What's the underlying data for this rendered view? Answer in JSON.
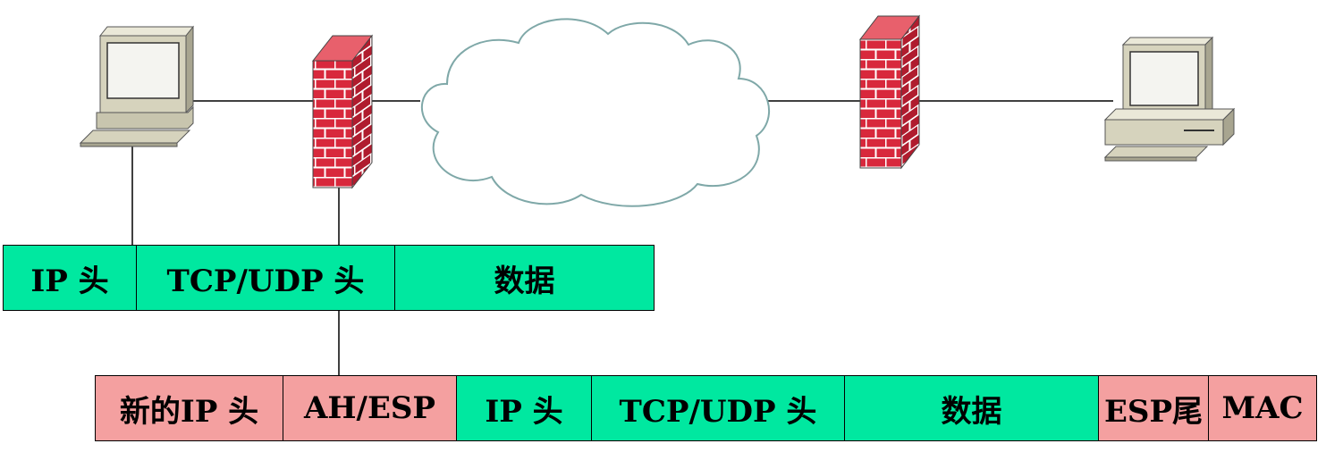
{
  "colors": {
    "green": "#00E8A0",
    "pink": "#F4A0A0",
    "brick": "#D8283C",
    "mortar": "#FFFFFF",
    "cloud_stroke": "#7FA8A8",
    "device_beige": "#D6D3BD"
  },
  "icons": [
    "computer-icon",
    "firewall-icon",
    "cloud-icon",
    "firewall-icon",
    "computer-icon"
  ],
  "original_packet": [
    {
      "label": "IP 头",
      "color": "green"
    },
    {
      "label": "TCP/UDP 头",
      "color": "green"
    },
    {
      "label": "数据",
      "color": "green"
    }
  ],
  "encapsulated_packet": [
    {
      "label": "新的IP 头",
      "color": "pink"
    },
    {
      "label": "AH/ESP",
      "color": "pink"
    },
    {
      "label": "IP 头",
      "color": "green"
    },
    {
      "label": "TCP/UDP 头",
      "color": "green"
    },
    {
      "label": "数据",
      "color": "green"
    },
    {
      "label": "ESP尾",
      "color": "pink"
    },
    {
      "label": "MAC",
      "color": "pink"
    }
  ]
}
